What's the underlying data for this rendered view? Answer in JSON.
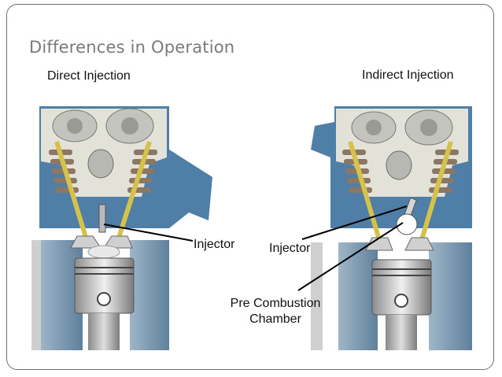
{
  "slide": {
    "title": "Differences in Operation"
  },
  "diagrams": {
    "direct": {
      "heading": "Direct Injection"
    },
    "indirect": {
      "heading": "Indirect Injection"
    }
  },
  "callouts": {
    "direct_injector": "Injector",
    "indirect_injector": "Injector",
    "pre_combustion_line1": "Pre Combustion",
    "pre_combustion_line2": "Chamber"
  },
  "colors": {
    "head_metal": "#d9d9cf",
    "water_jacket": "#4f7ea6",
    "cylinder_wall": "#6d8ea9",
    "spring": "#8b7763",
    "valve_stem": "#d6c24b",
    "piston": "#c9c9c9",
    "leader_line": "#000000"
  }
}
